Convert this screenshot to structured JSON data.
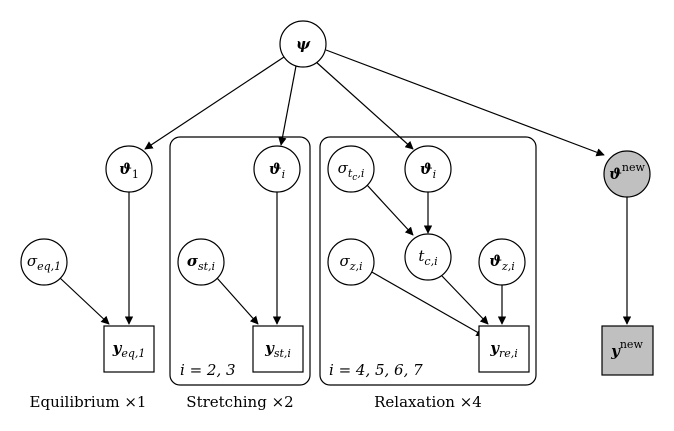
{
  "nodes": {
    "psi": {
      "symbol": "ψ",
      "subscript": ""
    },
    "theta_eq": {
      "symbol": "ϑ",
      "subscript": "1"
    },
    "theta_st": {
      "symbol": "ϑ",
      "subscript": "i"
    },
    "theta_re": {
      "symbol": "ϑ",
      "subscript": "i"
    },
    "theta_new": {
      "symbol": "ϑ",
      "superscript": "new"
    },
    "sigma_eq": {
      "symbol": "σ",
      "subscript": "eq,1"
    },
    "sigma_st": {
      "symbol": "σ",
      "subscript": "st,i"
    },
    "sigma_tc": {
      "symbol": "σ",
      "subscript": "t",
      "subsub": "c",
      "subtail": ",i"
    },
    "sigma_z": {
      "symbol": "σ",
      "subscript": "z,i"
    },
    "t_c": {
      "symbol": "t",
      "subscript": "c,i"
    },
    "theta_z": {
      "symbol": "ϑ",
      "subscript": "z,i"
    },
    "y_eq": {
      "symbol": "y",
      "subscript": "eq,1"
    },
    "y_st": {
      "symbol": "y",
      "subscript": "st,i"
    },
    "y_re": {
      "symbol": "y",
      "subscript": "re,i"
    },
    "y_new": {
      "symbol": "y",
      "superscript": "new"
    }
  },
  "plates": {
    "stretching": {
      "index_label": "i = 2, 3"
    },
    "relaxation": {
      "index_label": "i = 4, 5, 6, 7"
    }
  },
  "captions": {
    "equilibrium": "Equilibrium ×1",
    "stretching": "Stretching ×2",
    "relaxation": "Relaxation ×4"
  },
  "colors": {
    "shaded_fill": "#c0c0c0",
    "stroke": "#000000"
  }
}
